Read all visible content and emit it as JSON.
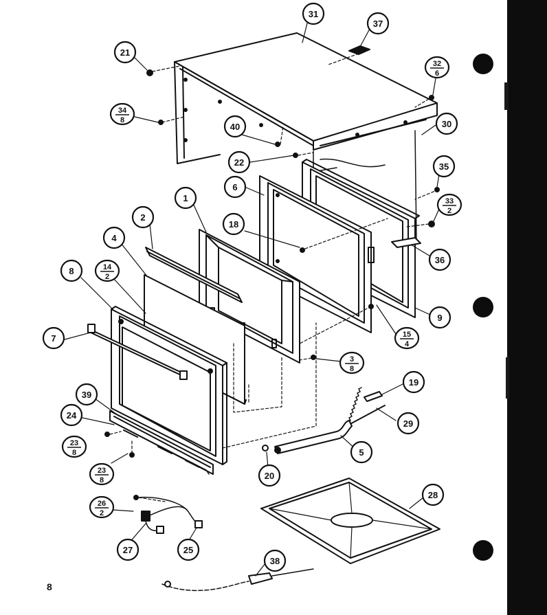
{
  "page_number": "8",
  "callouts": [
    {
      "id": "c31",
      "num": "31"
    },
    {
      "id": "c37",
      "num": "37"
    },
    {
      "id": "c21",
      "num": "21"
    },
    {
      "id": "c32",
      "num": "32",
      "den": "6"
    },
    {
      "id": "c34",
      "num": "34",
      "den": "8"
    },
    {
      "id": "c40",
      "num": "40"
    },
    {
      "id": "c30",
      "num": "30"
    },
    {
      "id": "c22",
      "num": "22"
    },
    {
      "id": "c35",
      "num": "35"
    },
    {
      "id": "c6",
      "num": "6"
    },
    {
      "id": "c33",
      "num": "33",
      "den": "2"
    },
    {
      "id": "c1",
      "num": "1"
    },
    {
      "id": "c2",
      "num": "2"
    },
    {
      "id": "c18",
      "num": "18"
    },
    {
      "id": "c36",
      "num": "36"
    },
    {
      "id": "c4",
      "num": "4"
    },
    {
      "id": "c14",
      "num": "14",
      "den": "2"
    },
    {
      "id": "c8",
      "num": "8"
    },
    {
      "id": "c9",
      "num": "9"
    },
    {
      "id": "c15",
      "num": "15",
      "den": "4"
    },
    {
      "id": "c7",
      "num": "7"
    },
    {
      "id": "c3",
      "num": "3",
      "den": "8"
    },
    {
      "id": "c19",
      "num": "19"
    },
    {
      "id": "c39",
      "num": "39"
    },
    {
      "id": "c29",
      "num": "29"
    },
    {
      "id": "c24",
      "num": "24"
    },
    {
      "id": "c23a",
      "num": "23",
      "den": "8"
    },
    {
      "id": "c5",
      "num": "5"
    },
    {
      "id": "c23b",
      "num": "23",
      "den": "8"
    },
    {
      "id": "c20",
      "num": "20"
    },
    {
      "id": "c28",
      "num": "28"
    },
    {
      "id": "c26",
      "num": "26",
      "den": "2"
    },
    {
      "id": "c27",
      "num": "27"
    },
    {
      "id": "c25",
      "num": "25"
    },
    {
      "id": "c38",
      "num": "38"
    }
  ]
}
